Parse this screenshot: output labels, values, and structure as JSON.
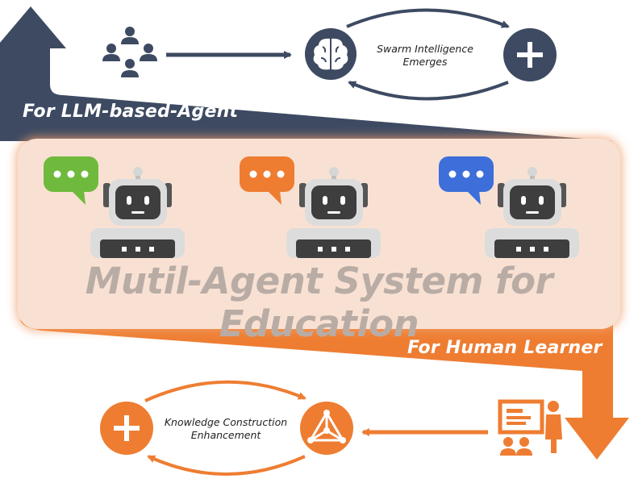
{
  "top_section": {
    "label": "For LLM-based-Agent",
    "cycle_text": [
      "Swarm Intelligence",
      "Emerges"
    ],
    "icons": [
      "group-icon",
      "brain-icon",
      "plus-icon"
    ],
    "color": "#3d4a62"
  },
  "middle_section": {
    "title": "Mutil-Agent System for Education",
    "agents": [
      {
        "bubble_color": "#6fba3c"
      },
      {
        "bubble_color": "#ee7d32"
      },
      {
        "bubble_color": "#3d6ed9"
      }
    ],
    "panel_color": "#f8e1d3"
  },
  "bottom_section": {
    "label": "For Human Learner",
    "cycle_text": [
      "Knowledge Construction",
      "Enhancement"
    ],
    "icons": [
      "plus-icon",
      "network-triangle-icon",
      "teacher-presentation-icon"
    ],
    "color": "#ee7d32"
  }
}
